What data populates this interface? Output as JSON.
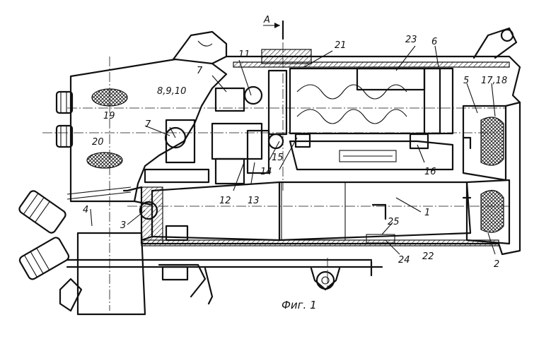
{
  "figure": {
    "caption": "Фиг. 1",
    "section_marker": "A",
    "labels": [
      {
        "id": "l1",
        "text": "1"
      },
      {
        "id": "l2",
        "text": "2"
      },
      {
        "id": "l3",
        "text": "3"
      },
      {
        "id": "l4",
        "text": "4"
      },
      {
        "id": "l5",
        "text": "5"
      },
      {
        "id": "l6",
        "text": "6"
      },
      {
        "id": "l7a",
        "text": "7"
      },
      {
        "id": "l7b",
        "text": "7"
      },
      {
        "id": "l8",
        "text": "8,9,10"
      },
      {
        "id": "l11",
        "text": "11"
      },
      {
        "id": "l12",
        "text": "12"
      },
      {
        "id": "l13",
        "text": "13"
      },
      {
        "id": "l14",
        "text": "14"
      },
      {
        "id": "l15",
        "text": "15"
      },
      {
        "id": "l16",
        "text": "16"
      },
      {
        "id": "l17",
        "text": "17,18"
      },
      {
        "id": "l19",
        "text": "19"
      },
      {
        "id": "l20",
        "text": "20"
      },
      {
        "id": "l21",
        "text": "21"
      },
      {
        "id": "l22",
        "text": "22"
      },
      {
        "id": "l23",
        "text": "23"
      },
      {
        "id": "l24",
        "text": "24"
      },
      {
        "id": "l25",
        "text": "25"
      }
    ]
  }
}
